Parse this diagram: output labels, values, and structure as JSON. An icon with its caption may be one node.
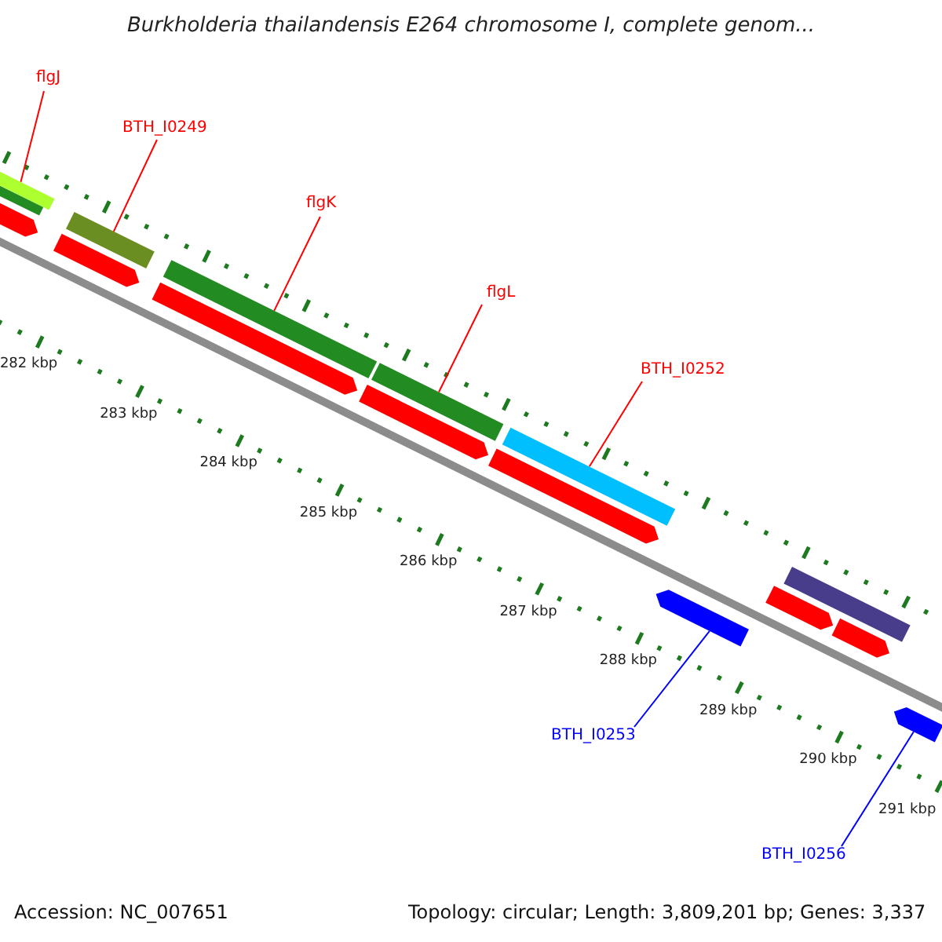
{
  "diagram": {
    "title": "Burkholderia thailandensis E264 chromosome I, complete genom...",
    "nodes": [
      {
        "text": [
          "flgJ"
        ]
      },
      {
        "text": [],
        "shape": "bar"
      },
      {
        "text": [
          "BTH_I0249"
        ]
      },
      {
        "text": [],
        "shape": "bar"
      },
      {
        "text": [
          "flgK"
        ]
      },
      {
        "text": [],
        "shape": "bar"
      },
      {
        "text": [
          "flgL"
        ]
      },
      {
        "text": [],
        "shape": "bar"
      },
      {
        "text": [
          "BTH_I0252"
        ]
      },
      {
        "text": [],
        "shape": "bar"
      },
      {
        "text": [
          "BTH_I0253"
        ]
      },
      {
        "text": [],
        "shape": "bar"
      },
      {
        "text": [
          "BTH_I0256"
        ]
      },
      {
        "text": [],
        "shape": "bar"
      },
      {
        "text": [],
        "shape": "bar"
      },
      {
        "text": [],
        "shape": "bar"
      },
      {
        "text": [],
        "shape": "bar"
      },
      {
        "text": [],
        "shape": "bar"
      },
      {
        "text": [],
        "shape": "bar"
      },
      {
        "text": [],
        "shape": "bar"
      },
      {
        "text": [],
        "shape": "bar"
      },
      {
        "text": [],
        "shape": "bar"
      },
      {
        "text": [],
        "shape": "bar"
      }
    ],
    "edges": [
      {
        "from": 0,
        "to": 1,
        "arrow": "none"
      },
      {
        "from": 2,
        "to": 3,
        "arrow": "none"
      },
      {
        "from": 4,
        "to": 5,
        "arrow": "none"
      },
      {
        "from": 6,
        "to": 7,
        "arrow": "none"
      },
      {
        "from": 8,
        "to": 9,
        "arrow": "none"
      },
      {
        "from": 10,
        "to": 11,
        "arrow": "none",
        "color": "#0000ff"
      },
      {
        "from": 12,
        "to": 13,
        "arrow": "none",
        "color": "#0000ff"
      }
    ],
    "labels": [
      "282 kbp",
      "283 kbp",
      "284 kbp",
      "285 kbp",
      "286 kbp",
      "287 kbp",
      "288 kbp",
      "289 kbp",
      "290 kbp",
      "291 kbp",
      "Accession: NC_007651",
      "Topology: circular; Length: 3,809,201 bp; Genes: 3,337"
    ]
  }
}
